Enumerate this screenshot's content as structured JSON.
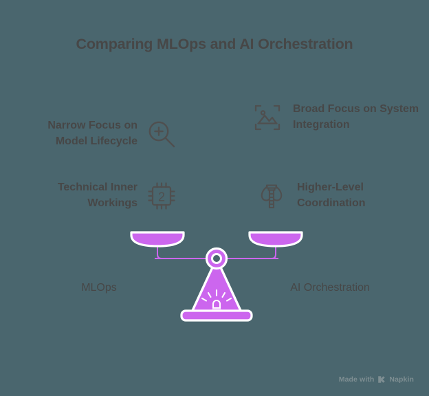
{
  "page": {
    "title": "Comparing MLOps and AI Orchestration",
    "background_color": "#4a666e",
    "text_color": "#474747",
    "accent_color": "#cc66ee"
  },
  "features": {
    "left": [
      {
        "label": "Narrow Focus on Model Lifecycle",
        "icon": "magnifier-plus-icon"
      },
      {
        "label": "Technical Inner Workings",
        "icon": "cpu-chip-icon",
        "icon_text": "2"
      }
    ],
    "right": [
      {
        "label": "Broad Focus on System Integration",
        "icon": "image-scan-icon"
      },
      {
        "label": "Higher-Level Coordination",
        "icon": "tower-icon"
      }
    ]
  },
  "scale": {
    "left_pan_label": "MLOps",
    "right_pan_label": "AI Orchestration",
    "color": "#cc66ee",
    "outline_color": "#ffffff"
  },
  "watermark": {
    "text": "Made with",
    "brand": "Napkin",
    "icon": "napkin-logo-icon",
    "color": "#7e8e92"
  }
}
